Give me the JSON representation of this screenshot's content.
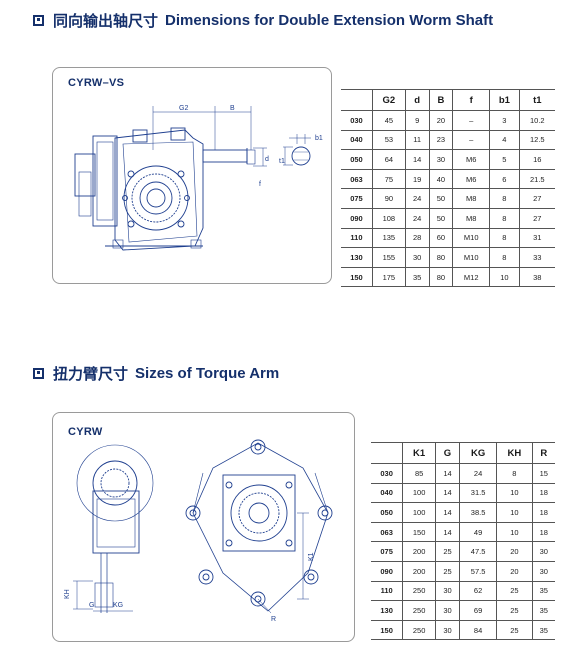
{
  "section1": {
    "title_cn": "同向输出轴尺寸",
    "title_en": "Dimensions for Double Extension Worm Shaft",
    "model_label": "CYRW–VS",
    "dim_labels": {
      "G2": "G2",
      "B": "B",
      "b1": "b1",
      "d": "d",
      "t1": "t1",
      "f": "f"
    },
    "table": {
      "headers": [
        "",
        "G2",
        "d",
        "B",
        "f",
        "b1",
        "t1"
      ],
      "rows": [
        [
          "030",
          "45",
          "9",
          "20",
          "–",
          "3",
          "10.2"
        ],
        [
          "040",
          "53",
          "11",
          "23",
          "–",
          "4",
          "12.5"
        ],
        [
          "050",
          "64",
          "14",
          "30",
          "M6",
          "5",
          "16"
        ],
        [
          "063",
          "75",
          "19",
          "40",
          "M6",
          "6",
          "21.5"
        ],
        [
          "075",
          "90",
          "24",
          "50",
          "M8",
          "8",
          "27"
        ],
        [
          "090",
          "108",
          "24",
          "50",
          "M8",
          "8",
          "27"
        ],
        [
          "110",
          "135",
          "28",
          "60",
          "M10",
          "8",
          "31"
        ],
        [
          "130",
          "155",
          "30",
          "80",
          "M10",
          "8",
          "33"
        ],
        [
          "150",
          "175",
          "35",
          "80",
          "M12",
          "10",
          "38"
        ]
      ]
    }
  },
  "section2": {
    "title_cn": "扭力臂尺寸",
    "title_en": "Sizes of Torque Arm",
    "model_label": "CYRW",
    "dim_labels": {
      "KH": "KH",
      "G": "G",
      "KG": "KG",
      "K1": "K1",
      "R": "R"
    },
    "table": {
      "headers": [
        "",
        "K1",
        "G",
        "KG",
        "KH",
        "R"
      ],
      "rows": [
        [
          "030",
          "85",
          "14",
          "24",
          "8",
          "15"
        ],
        [
          "040",
          "100",
          "14",
          "31.5",
          "10",
          "18"
        ],
        [
          "050",
          "100",
          "14",
          "38.5",
          "10",
          "18"
        ],
        [
          "063",
          "150",
          "14",
          "49",
          "10",
          "18"
        ],
        [
          "075",
          "200",
          "25",
          "47.5",
          "20",
          "30"
        ],
        [
          "090",
          "200",
          "25",
          "57.5",
          "20",
          "30"
        ],
        [
          "110",
          "250",
          "30",
          "62",
          "25",
          "35"
        ],
        [
          "130",
          "250",
          "30",
          "69",
          "25",
          "35"
        ],
        [
          "150",
          "250",
          "30",
          "84",
          "25",
          "35"
        ]
      ]
    }
  },
  "colors": {
    "drawing": "#1f3f8f",
    "title": "#15306b",
    "border": "#9a9a9a"
  }
}
